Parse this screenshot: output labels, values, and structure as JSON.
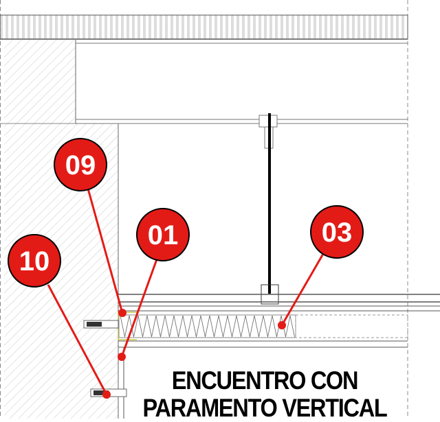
{
  "diagram": {
    "title_line1": "ENCUENTRO CON",
    "title_line2": "PARAMENTO VERTICAL",
    "callouts": [
      {
        "id": "09"
      },
      {
        "id": "01"
      },
      {
        "id": "03"
      },
      {
        "id": "10"
      }
    ],
    "colors": {
      "callout": "#e31b17",
      "line": "#555555",
      "hatch": "#c8c8c8",
      "track": "#c8c84a"
    }
  }
}
